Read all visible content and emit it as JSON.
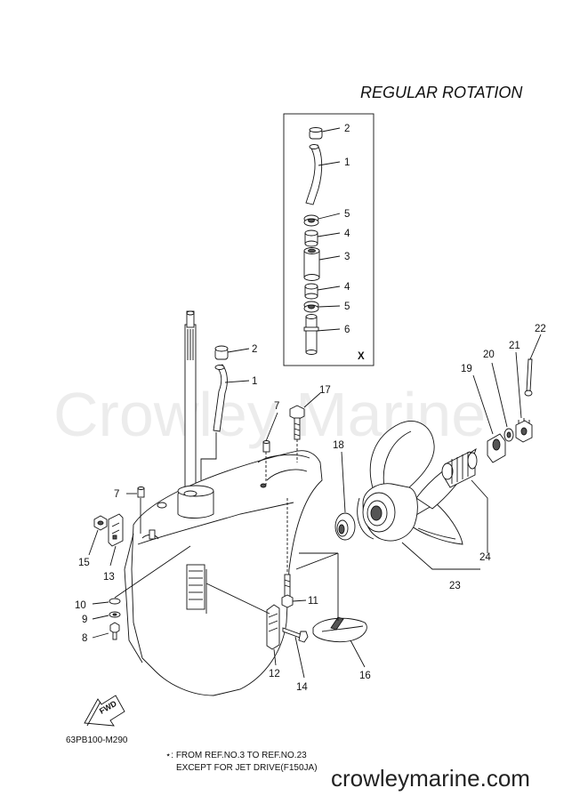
{
  "title": "REGULAR ROTATION",
  "watermark": "Crowley Marine",
  "website": "crowleymarine.com",
  "diagram_code": "63PB100-M290",
  "kit_marker": "X",
  "fwd_label": "FWD",
  "footnote": {
    "line1": "⋆: FROM REF.NO.3 TO REF.NO.23",
    "line2": "EXCEPT FOR JET DRIVE(F150JA)"
  },
  "callouts": {
    "kit": [
      {
        "id": "kit-2",
        "text": "2"
      },
      {
        "id": "kit-1",
        "text": "1"
      },
      {
        "id": "kit-5a",
        "text": "5"
      },
      {
        "id": "kit-4a",
        "text": "4"
      },
      {
        "id": "kit-3",
        "text": "3"
      },
      {
        "id": "kit-4b",
        "text": "4"
      },
      {
        "id": "kit-5b",
        "text": "5"
      },
      {
        "id": "kit-6",
        "text": "6"
      }
    ],
    "main": [
      {
        "id": "p2",
        "text": "2"
      },
      {
        "id": "p1",
        "text": "1"
      },
      {
        "id": "p7a",
        "text": "7"
      },
      {
        "id": "p17",
        "text": "17"
      },
      {
        "id": "p7b",
        "text": "7"
      },
      {
        "id": "p18",
        "text": "18"
      },
      {
        "id": "p15",
        "text": "15"
      },
      {
        "id": "p13",
        "text": "13"
      },
      {
        "id": "p10",
        "text": "10"
      },
      {
        "id": "p9",
        "text": "9"
      },
      {
        "id": "p8",
        "text": "8"
      },
      {
        "id": "p11",
        "text": "11"
      },
      {
        "id": "p12",
        "text": "12"
      },
      {
        "id": "p14",
        "text": "14"
      },
      {
        "id": "p16",
        "text": "16"
      },
      {
        "id": "p19",
        "text": "19"
      },
      {
        "id": "p20",
        "text": "20"
      },
      {
        "id": "p21",
        "text": "21"
      },
      {
        "id": "p22",
        "text": "22"
      },
      {
        "id": "p24",
        "text": "24"
      },
      {
        "id": "p23",
        "text": "23"
      }
    ]
  }
}
